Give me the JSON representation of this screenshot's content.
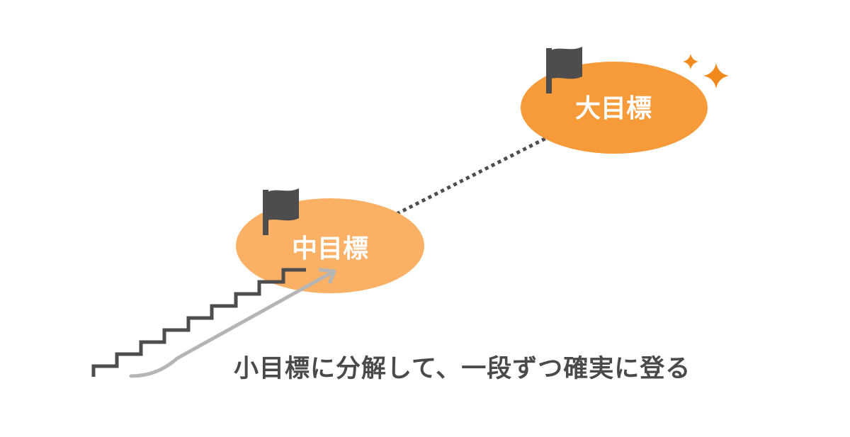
{
  "goals": {
    "large": {
      "label": "大目標",
      "color": "#f79a3a"
    },
    "medium": {
      "label": "中目標",
      "color": "#fab065"
    }
  },
  "caption": "小目標に分解して、一段ずつ確実に登る",
  "colors": {
    "text": "#4a4a4a",
    "flag": "#4d4d4d",
    "stairs": "#4d4d4d",
    "dotted_line": "#4d4d4d",
    "arrow": "#b5b5b5",
    "sparkle": "#f08a1c"
  },
  "icons": [
    "flag-icon",
    "flag-icon",
    "sparkle-icon",
    "sparkle-icon",
    "stairs-icon",
    "arrow-icon"
  ]
}
